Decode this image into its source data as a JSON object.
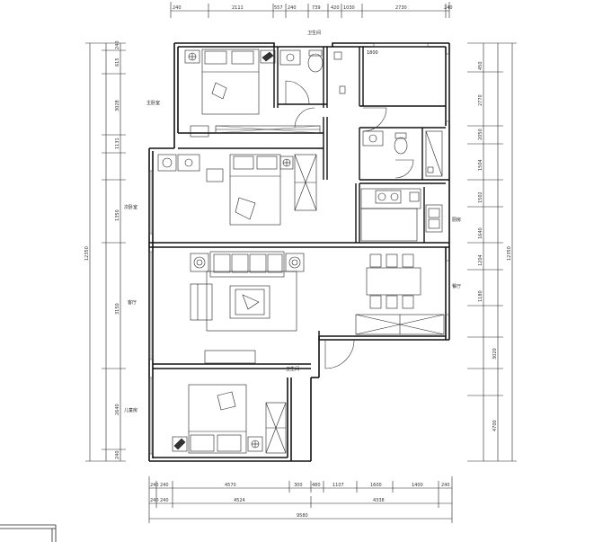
{
  "top_dims": [
    "240",
    "2111",
    "557",
    "240",
    "739",
    "420",
    "1030",
    "2730",
    "240"
  ],
  "bottom_dims_1": [
    "240",
    "240",
    "4570",
    "300",
    "480",
    "1107",
    "1600",
    "1400",
    "240"
  ],
  "bottom_dims_2": [
    "240",
    "240",
    "4524",
    "4338"
  ],
  "bottom_total": "9580",
  "left_dims": [
    "240",
    "615",
    "3028",
    "1131",
    "1350",
    "3150",
    "2640",
    "240"
  ],
  "left_total": "12350",
  "right_dims": [
    "450",
    "2770",
    "2050",
    "1504",
    "1502",
    "1640",
    "1204",
    "1180",
    "3020",
    "4700"
  ],
  "right_total": "12350",
  "labels": {
    "bath_upper": "卫生间",
    "bedroom_side_label": "主卧室",
    "bedroom2_label": "次卧室",
    "living_label": "客厅",
    "kitchen_label": "厨房",
    "dining_label": "餐厅",
    "bedroom3_label": "儿童房",
    "bath_note": "1800",
    "corridor_note": "卫生间"
  }
}
